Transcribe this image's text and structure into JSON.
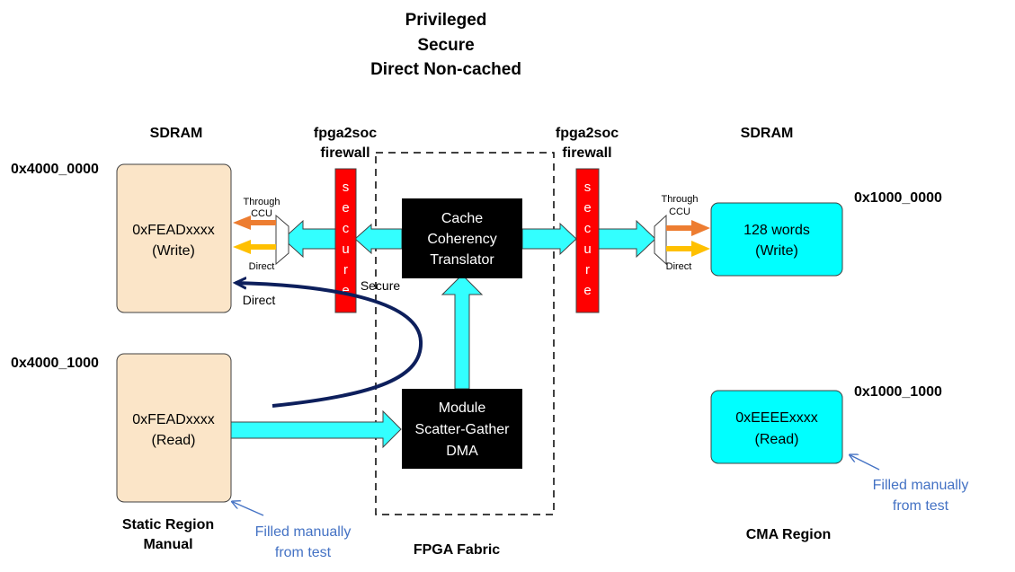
{
  "title": {
    "line1": "Privileged",
    "line2": "Secure",
    "line3": "Direct Non-cached"
  },
  "left_sdram": {
    "heading": "SDRAM",
    "write_region": {
      "address": "0x4000_0000",
      "line1": "0xFEADxxxx",
      "line2": "(Write)"
    },
    "read_region": {
      "address": "0x4000_1000",
      "line1": "0xFEADxxxx",
      "line2": "(Read)"
    },
    "footer_line1": "Static Region",
    "footer_line2": "Manual",
    "note_line1": "Filled manually",
    "note_line2": "from test"
  },
  "right_sdram": {
    "heading": "SDRAM",
    "write_region": {
      "address": "0x1000_0000",
      "line1": "128 words",
      "line2": "(Write)"
    },
    "read_region": {
      "address": "0x1000_1000",
      "line1": "0xEEEExxxx",
      "line2": "(Read)"
    },
    "footer": "CMA Region",
    "note_line1": "Filled manually",
    "note_line2": "from test"
  },
  "firewall_left": {
    "line1": "fpga2soc",
    "line2": "firewall",
    "letters": [
      "s",
      "e",
      "c",
      "u",
      "r",
      "e"
    ]
  },
  "firewall_right": {
    "line1": "fpga2soc",
    "line2": "firewall",
    "letters": [
      "s",
      "e",
      "c",
      "u",
      "r",
      "e"
    ]
  },
  "cct": {
    "line1": "Cache",
    "line2": "Coherency",
    "line3": "Translator"
  },
  "dma": {
    "line1": "Module",
    "line2": "Scatter-Gather",
    "line3": "DMA"
  },
  "fpga_fabric": "FPGA Fabric",
  "mux_left": {
    "through_line1": "Through",
    "through_line2": "CCU",
    "direct": "Direct"
  },
  "mux_right": {
    "through_line1": "Through",
    "through_line2": "CCU",
    "direct": "Direct"
  },
  "secure_label": "Secure",
  "direct_label": "Direct",
  "colors": {
    "sdram_fill": "#fbe5c8",
    "cma_fill": "#00ffff",
    "firewall": "#ff0000",
    "arrow_fill": "#33ffff",
    "curve": "#0d1f5c",
    "orange_arrow": "#ed7d31",
    "yellow_arrow": "#ffc000",
    "note_text": "#4472c4"
  }
}
